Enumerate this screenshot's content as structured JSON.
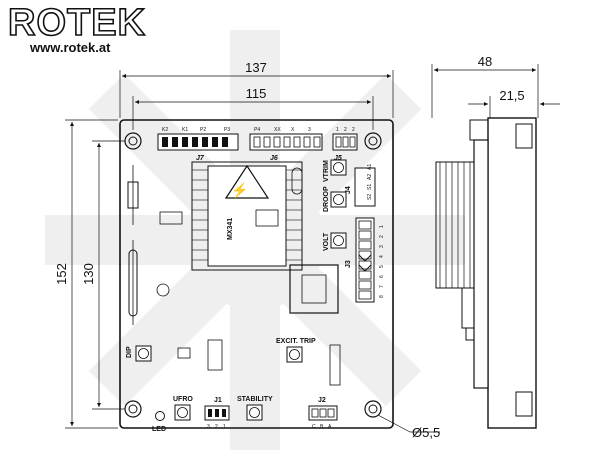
{
  "brand": {
    "name": "ROTEK",
    "url": "www.rotek.at"
  },
  "dimensions": {
    "width_outer": "137",
    "width_inner": "115",
    "height_outer": "152",
    "height_inner": "130",
    "depth": "48",
    "depth_partial": "21,5",
    "hole_diameter": "Ø5,5"
  },
  "board": {
    "model": "MX341",
    "connectors": {
      "j7": "J7",
      "j6": "J6",
      "j5": "J5",
      "j4": "J4",
      "j3": "J3",
      "j1": "J1",
      "j2": "J2"
    },
    "j7_pins": [
      "K2",
      "K1",
      "P2",
      "P3"
    ],
    "j6_pins": [
      "P4",
      "XX",
      "X",
      "3"
    ],
    "j5_pins": [
      "1",
      "2",
      "2"
    ],
    "j4_pins": [
      "A1",
      "A2",
      "S1",
      "S2"
    ],
    "j3_pins": [
      "1",
      "2",
      "3",
      "4",
      "5",
      "6",
      "7",
      "8"
    ],
    "j1_pins": [
      "3",
      "2",
      "1"
    ],
    "j2_pins": [
      "C",
      "B",
      "A"
    ],
    "pots": {
      "vtrim": "VTRIM",
      "droop": "DROOP",
      "volt": "VOLT",
      "dip": "DIP",
      "ufro": "UFRO",
      "stability": "STABILITY",
      "excit_trip": "EXCIT. TRIP"
    },
    "led": "LED"
  }
}
